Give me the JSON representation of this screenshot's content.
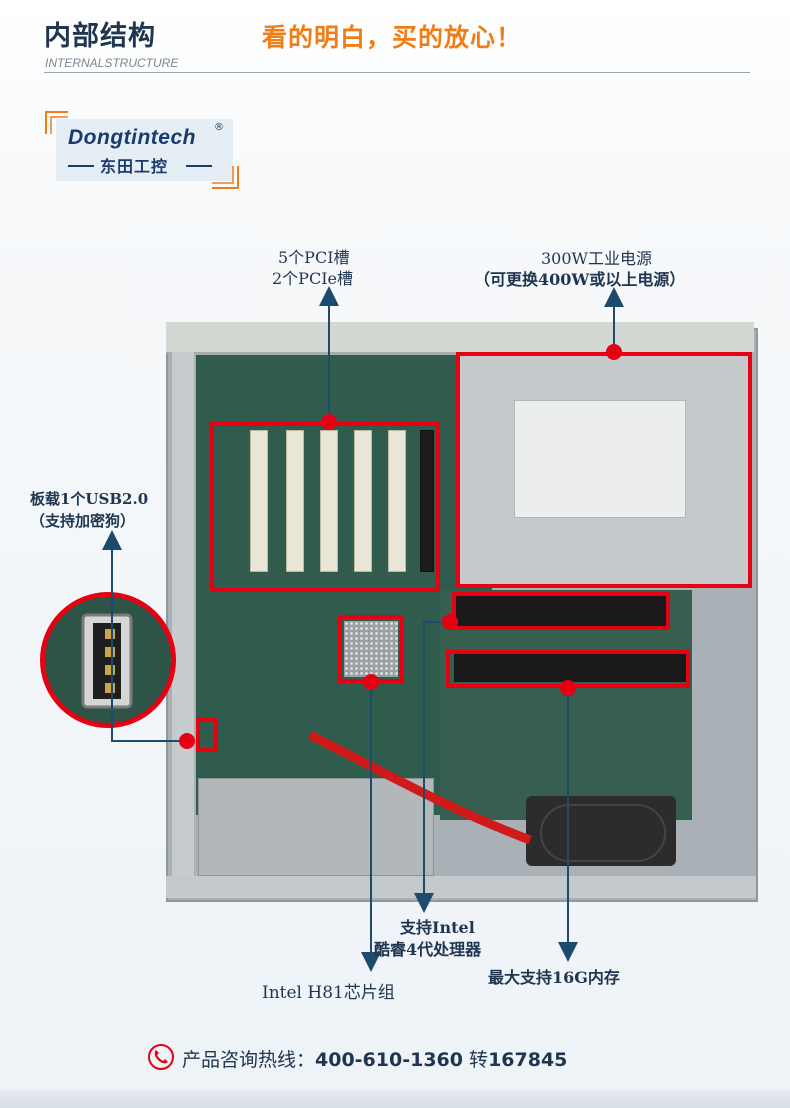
{
  "header": {
    "title": "内部结构",
    "slogan": "看的明白，买的放心！",
    "subtitle": "INTERNALSTRUCTURE"
  },
  "logo": {
    "brand_en": "Dongtintech",
    "registered_mark": "®",
    "brand_cn": "东田工控"
  },
  "annotations": {
    "pci": {
      "line1": "5个PCI槽",
      "line2": "2个PCIe槽"
    },
    "psu": {
      "line1": "300W工业电源",
      "line2": "（可更换400W或以上电源）"
    },
    "usb": {
      "line1": "板载1个USB2.0",
      "line2": "（支持加密狗）"
    },
    "cpu": {
      "line1": "支持Intel",
      "line2": "酷睿4代处理器"
    },
    "chipset": {
      "line1": "Intel H81芯片组"
    },
    "memory": {
      "line1": "最大支持16G内存"
    }
  },
  "footer": {
    "phone_icon": "phone-icon",
    "label": "产品咨询热线：",
    "number": "400-610-1360",
    "ext_label": "转",
    "ext": "167845"
  },
  "colors": {
    "accent_red": "#e60012",
    "slogan_orange": "#f07e18",
    "text_navy": "#1f3550",
    "arrow_blue": "#1d4b6e"
  }
}
